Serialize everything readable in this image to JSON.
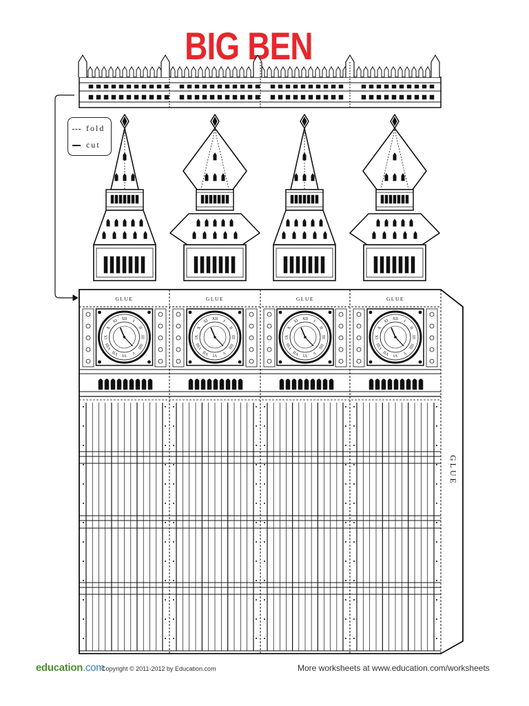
{
  "title": "BIG BEN",
  "legend": {
    "fold": "fold",
    "cut": "cut"
  },
  "glue_labels": [
    "GLUE",
    "GLUE",
    "GLUE",
    "GLUE"
  ],
  "side_glue": "GLUE",
  "clock": {
    "numerals": [
      "XII",
      "I",
      "II",
      "III",
      "IIII",
      "V",
      "VI",
      "VII",
      "VIII",
      "IX",
      "X",
      "XI"
    ]
  },
  "footer": {
    "logo_main": "education",
    "logo_suffix": ".com",
    "copyright": "Copyright © 2011-2012 by Education.com",
    "more": "More worksheets at www.education.com/worksheets"
  },
  "colors": {
    "title": "#e8262b",
    "line": "#111111",
    "logo_green": "#4a8f2f",
    "logo_blue": "#2d7fb4"
  }
}
